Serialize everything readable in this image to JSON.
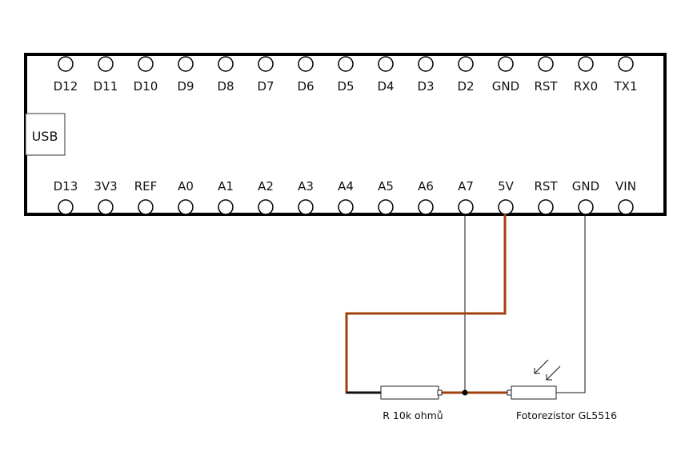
{
  "board": {
    "usb_label": "USB",
    "top_pins": [
      "D12",
      "D11",
      "D10",
      "D9",
      "D8",
      "D7",
      "D6",
      "D5",
      "D4",
      "D3",
      "D2",
      "GND",
      "RST",
      "RX0",
      "TX1"
    ],
    "bottom_pins": [
      "D13",
      "3V3",
      "REF",
      "A0",
      "A1",
      "A2",
      "A3",
      "A4",
      "A5",
      "A6",
      "A7",
      "5V",
      "RST",
      "GND",
      "VIN"
    ]
  },
  "components": {
    "resistor_label": "R 10k ohmů",
    "photoresistor_label": "Fotorezistor GL5516"
  },
  "colors": {
    "wire_5v": "#a0400e",
    "wire_signal": "#111111",
    "outline": "#000000"
  }
}
